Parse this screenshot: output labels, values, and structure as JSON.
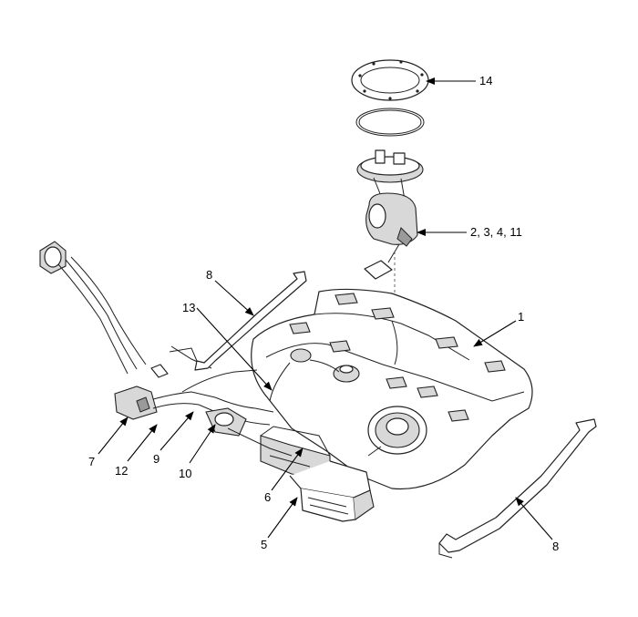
{
  "callouts": {
    "c1": "1",
    "c2": "2, 3, 4, 11",
    "c5": "5",
    "c6": "6",
    "c7": "7",
    "c8a": "8",
    "c8b": "8",
    "c9": "9",
    "c10": "10",
    "c12": "12",
    "c13": "13",
    "c14": "14"
  }
}
